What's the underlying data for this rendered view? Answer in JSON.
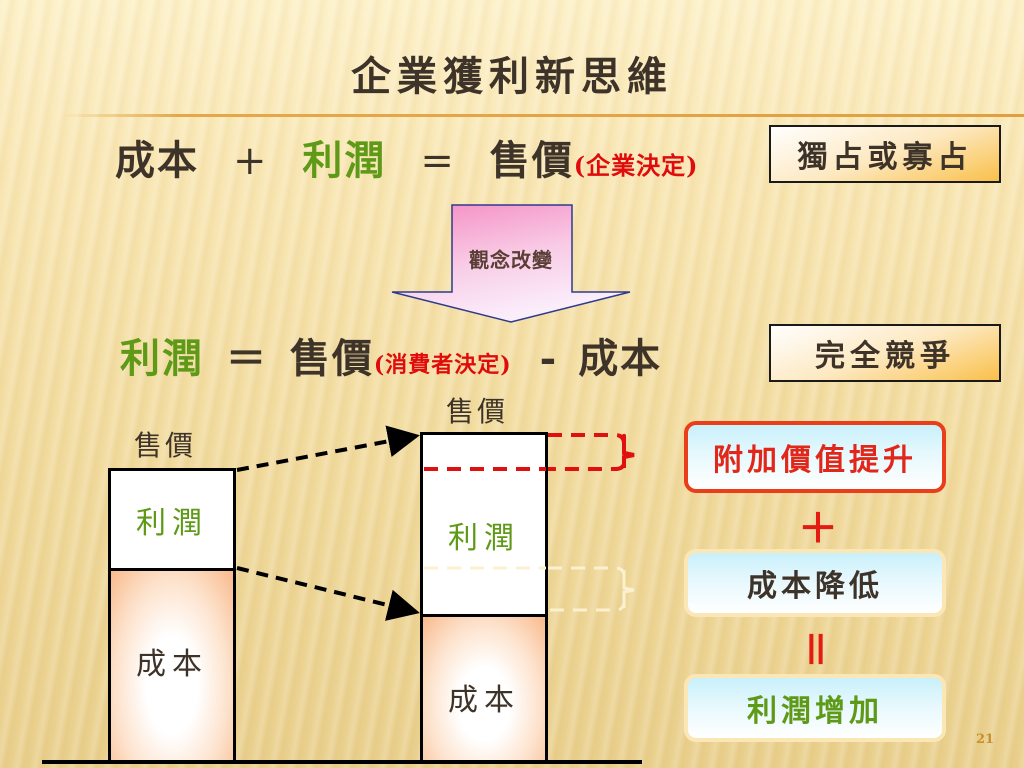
{
  "slide": {
    "title": "企業獲利新思維",
    "page_number": "21"
  },
  "equation_old": {
    "cost": "成本",
    "plus": "+",
    "profit": "利潤",
    "equals": "=",
    "price": "售價",
    "decider": "(企業決定)",
    "market_tag": "獨占或寡占"
  },
  "transition_arrow": {
    "label": "觀念改變"
  },
  "equation_new": {
    "profit": "利潤",
    "equals": "＝",
    "price": "售價",
    "decider": "(消費者決定)",
    "minus": "-",
    "cost": "成本",
    "market_tag": "完全競爭"
  },
  "diagram": {
    "left_bar": {
      "top_label": "售價",
      "profit_label": "利潤",
      "cost_label": "成本"
    },
    "right_bar": {
      "top_label": "售價",
      "profit_label": "利潤",
      "cost_label": "成本"
    }
  },
  "results": {
    "value_added": "附加價值提升",
    "plus": "＋",
    "cost_reduction": "成本降低",
    "equals": "＝",
    "profit_increase": "利潤增加"
  },
  "colors": {
    "text_dark": "#3e3329",
    "profit_green": "#5e9a17",
    "accent_red": "#e10b0b",
    "title_rule": "#e0a040",
    "tag_gradient_end": "#f9c04a",
    "result_box_cyan": "#c8f0fb",
    "value_box_border": "#ea3d1a"
  }
}
